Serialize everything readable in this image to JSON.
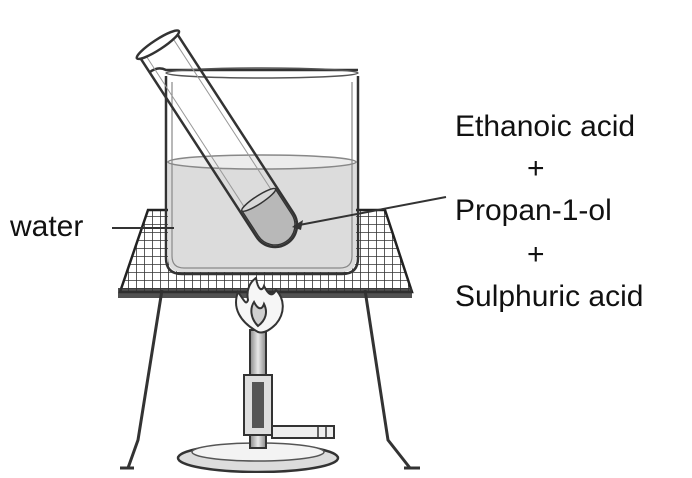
{
  "labels": {
    "water": "water",
    "reagent_1": "Ethanoic acid",
    "plus_1": "+",
    "reagent_2": "Propan-1-ol",
    "plus_2": "+",
    "reagent_3": "Sulphuric acid"
  },
  "colors": {
    "outline": "#333333",
    "water": "#dcdcdc",
    "liquid_in_tube": "#b8b8b8",
    "background": "#ffffff"
  }
}
